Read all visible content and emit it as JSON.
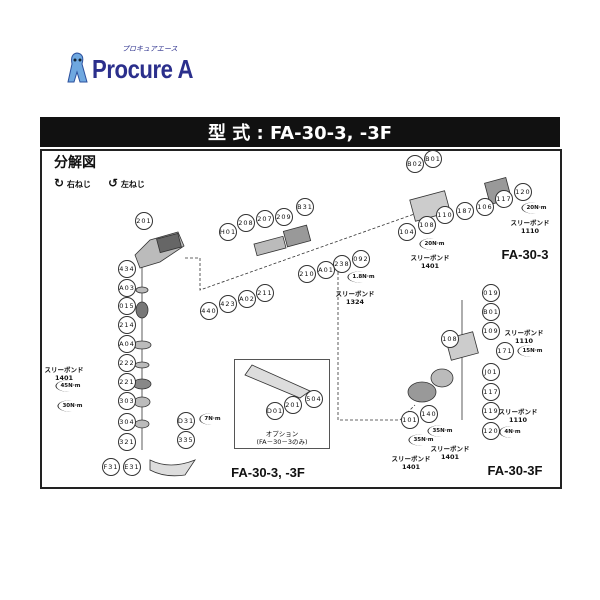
{
  "logo": {
    "text": "Procure A",
    "kana": "プロキュアエース"
  },
  "header": {
    "title": "型 式 : FA-30-3, -3F"
  },
  "diagram": {
    "heading": "分解図",
    "legend": {
      "right_thread": "右ねじ",
      "left_thread": "左ねじ"
    },
    "part_labels": [
      "434",
      "A03",
      "015",
      "214",
      "A04",
      "222",
      "221",
      "303",
      "304",
      "321",
      "201",
      "H01",
      "208",
      "207",
      "209",
      "B31",
      "440",
      "423",
      "A02",
      "211",
      "210",
      "A01",
      "238",
      "092",
      "B02",
      "B01",
      "104",
      "108",
      "110",
      "187",
      "106",
      "117",
      "120",
      "D31",
      "335",
      "F31",
      "E31",
      "504",
      "201",
      "D01",
      "019",
      "B01",
      "109",
      "108",
      "171",
      "J01",
      "117",
      "119",
      "120",
      "140",
      "101"
    ],
    "notes": [
      {
        "name": "スリーボンド",
        "code": "1110"
      },
      {
        "name": "スリーボンド",
        "code": "1401"
      },
      {
        "name": "スリーボンド",
        "code": "1324"
      },
      {
        "name": "スリーボンド",
        "code": "1401"
      },
      {
        "name": "スリーボンド",
        "code": "1110"
      },
      {
        "name": "スリーボンド",
        "code": "1110"
      },
      {
        "name": "スリーボンド",
        "code": "1401"
      },
      {
        "name": "スリーボンド",
        "code": "1401"
      }
    ],
    "torques": [
      "20N·m",
      "20N·m",
      "1.8N·m",
      "45N·m",
      "30N·m",
      "7N·m",
      "15N·m",
      "4N·m",
      "35N·m",
      "35N·m"
    ],
    "models": {
      "fa30_3": "FA-30-3",
      "fa30_3f": "FA-30-3F",
      "common": "FA-30-3, -3F"
    },
    "option": {
      "title": "オプション",
      "subtitle": "(FA－30－3のみ)"
    }
  }
}
